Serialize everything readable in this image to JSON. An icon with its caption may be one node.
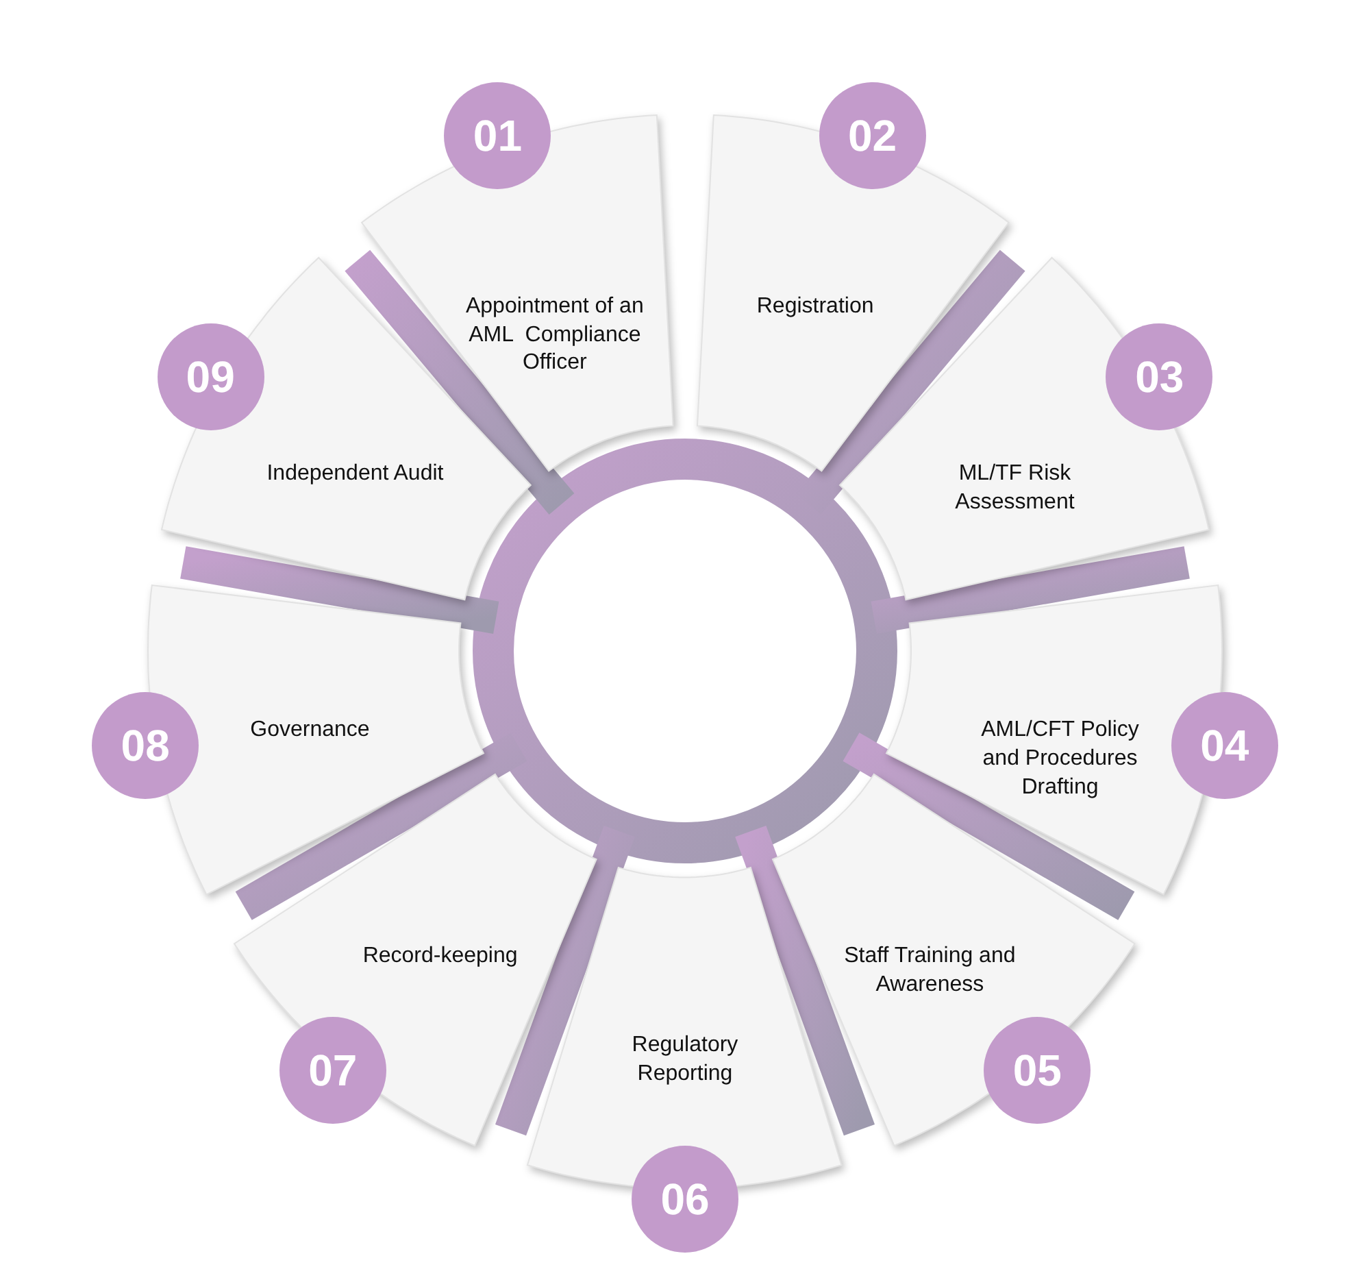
{
  "diagram": {
    "nodes": [
      {
        "text": [
          "Appointment of an AML  Compliance Officer"
        ]
      },
      {
        "text": [
          "Registration"
        ]
      },
      {
        "text": [
          "ML/TF Risk Assessment"
        ]
      },
      {
        "text": [
          "AML/CFT Policy and Procedures Drafting"
        ]
      },
      {
        "text": [
          "Staff Training and Awareness"
        ]
      },
      {
        "text": [
          "Regulatory Reporting"
        ]
      },
      {
        "text": [
          "Record-keeping"
        ]
      },
      {
        "text": [
          "Governance"
        ]
      },
      {
        "text": [
          "Independent Audit"
        ]
      },
      {
        "text": [
          "01"
        ]
      },
      {
        "text": [
          "02"
        ]
      },
      {
        "text": [
          "03"
        ]
      },
      {
        "text": [
          "04"
        ]
      },
      {
        "text": [
          "05"
        ]
      },
      {
        "text": [
          "06"
        ]
      },
      {
        "text": [
          "07"
        ]
      },
      {
        "text": [
          "08"
        ]
      },
      {
        "text": [
          "09"
        ]
      }
    ]
  }
}
